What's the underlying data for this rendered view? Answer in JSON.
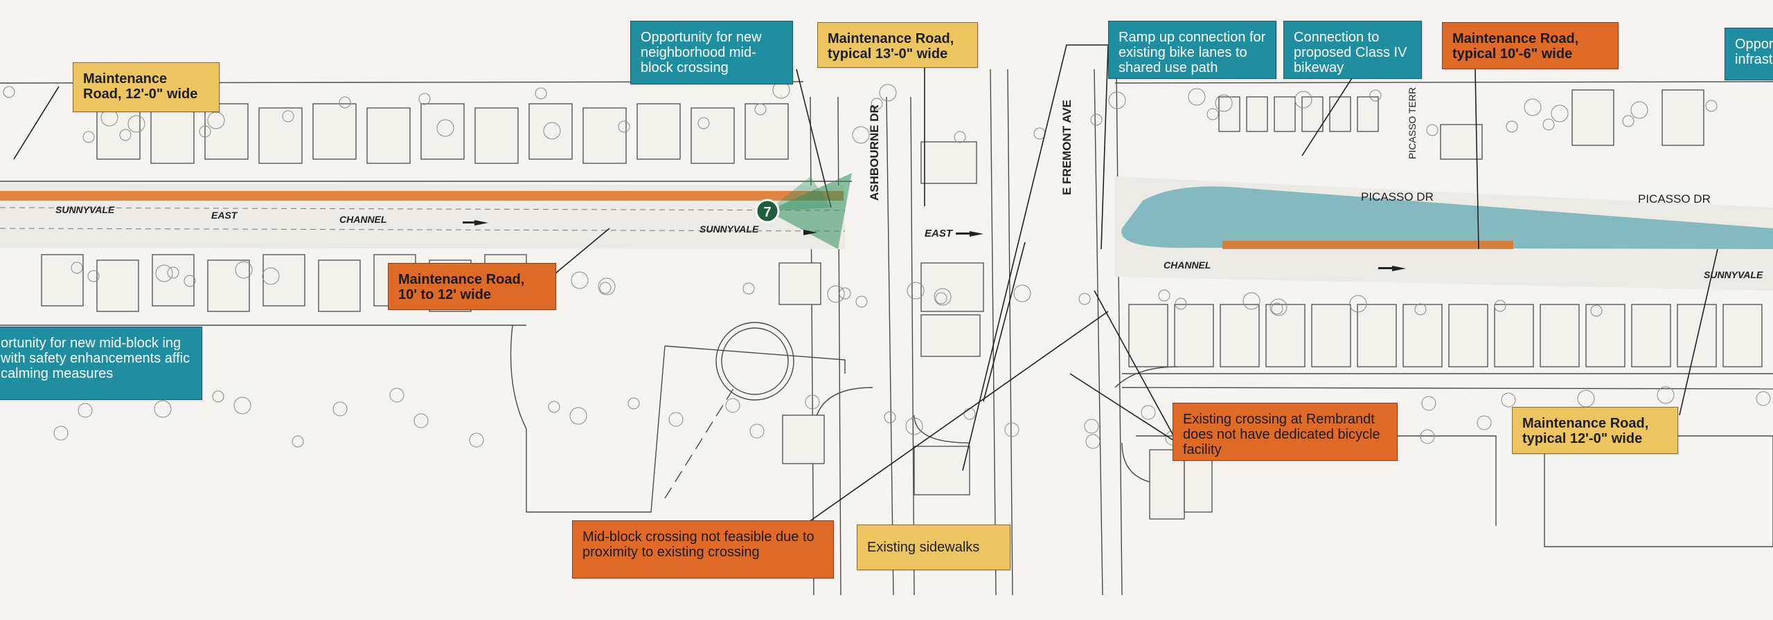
{
  "colors": {
    "teal": "#1f8ea1",
    "yellow": "#ecc561",
    "orange": "#df6a26",
    "marker_green": "#1d5e3c",
    "channel_blue": "#2f8fa0",
    "linework": "#3a3a3a"
  },
  "streets": {
    "sunnyvale": "SUNNYVALE",
    "east": "EAST",
    "channel": "CHANNEL",
    "ashbourne": "ASHBOURNE DR",
    "fremont": "E FREMONT AVE",
    "picasso_left": "PICASSO DR",
    "picasso_right": "PICASSO DR",
    "picasso_terrace": "PICASSO TERR"
  },
  "marker": {
    "number": "7"
  },
  "callouts": {
    "maint_12_wide": "Maintenance Road, 12'-0\" wide",
    "opportunity_neighborhood": "Opportunity for new neighborhood mid-block crossing",
    "maint_13_typical": "Maintenance Road, typical 13'-0\" wide",
    "ramp_up": "Ramp up connection for existing bike lanes to shared use path",
    "connection_class_iv": "Connection to proposed Class IV bikeway",
    "maint_10_6_typical": "Maintenance Road, typical 10'-6\" wide",
    "opportunity_right_cut": "Oppor infrast",
    "maint_10_to_12": "Maintenance Road, 10' to 12' wide",
    "opportunity_left_cut": "ortunity for new mid-block ing with safety enhancements affic calming measures",
    "existing_crossing_rembrandt": "Existing crossing at Rembrandt does not have dedicated bicycle facility",
    "maint_12_typical": "Maintenance Road, typical 12'-0\" wide",
    "midblock_not_feasible": "Mid-block crossing not feasible due to proximity to existing crossing",
    "existing_sidewalks": "Existing sidewalks"
  }
}
